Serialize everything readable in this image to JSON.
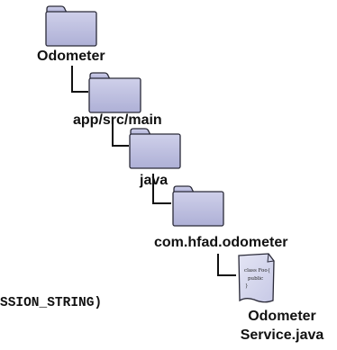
{
  "tree": {
    "folders": [
      {
        "name": "Odometer",
        "icon": "folder-icon"
      },
      {
        "name": "app/src/main",
        "icon": "folder-icon"
      },
      {
        "name": "java",
        "icon": "folder-icon"
      },
      {
        "name": "com.hfad.odometer",
        "icon": "folder-icon"
      }
    ],
    "file": {
      "name_line1": "Odometer",
      "name_line2": "Service.java",
      "icon": "java-file-icon",
      "icon_text_line1": "class Foo{",
      "icon_text_line2": "public",
      "icon_text_line3": "}"
    }
  },
  "code_fragment": "SSION_STRING)",
  "colors": {
    "folder_fill": "#bdbfe0",
    "folder_stroke": "#2a2a38",
    "connector": "#111111"
  }
}
